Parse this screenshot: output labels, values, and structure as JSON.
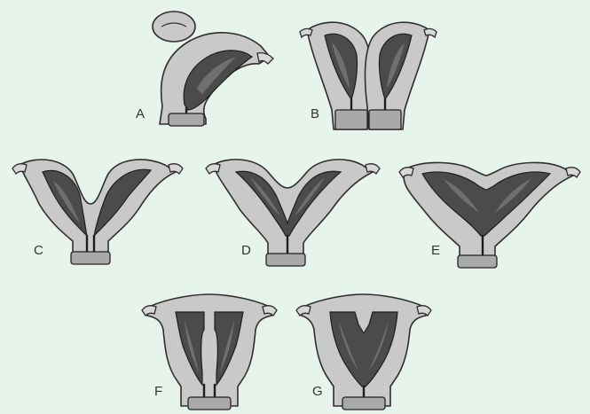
{
  "labels": {
    "a": "A",
    "b": "B",
    "c": "C",
    "d": "D",
    "e": "E",
    "f": "F",
    "g": "G"
  },
  "colors": {
    "background": "#e6f4ec",
    "wall": "#c9c9c9",
    "cavity": "#4b4b4b"
  }
}
